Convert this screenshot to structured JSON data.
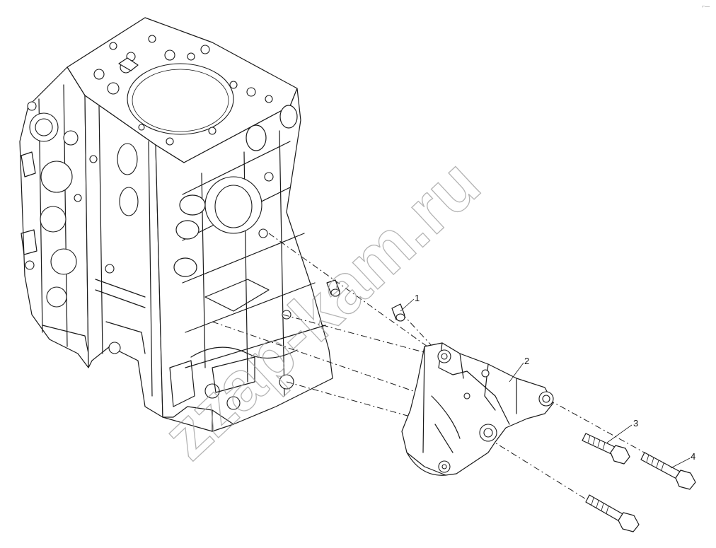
{
  "watermark": "zzap-kam.ru",
  "corner_mark": "⌐—",
  "callouts": [
    {
      "label": "1",
      "part": "dowel-sleeve"
    },
    {
      "label": "2",
      "part": "bracket"
    },
    {
      "label": "3",
      "part": "bolt-short"
    },
    {
      "label": "4",
      "part": "bolt-long"
    }
  ]
}
